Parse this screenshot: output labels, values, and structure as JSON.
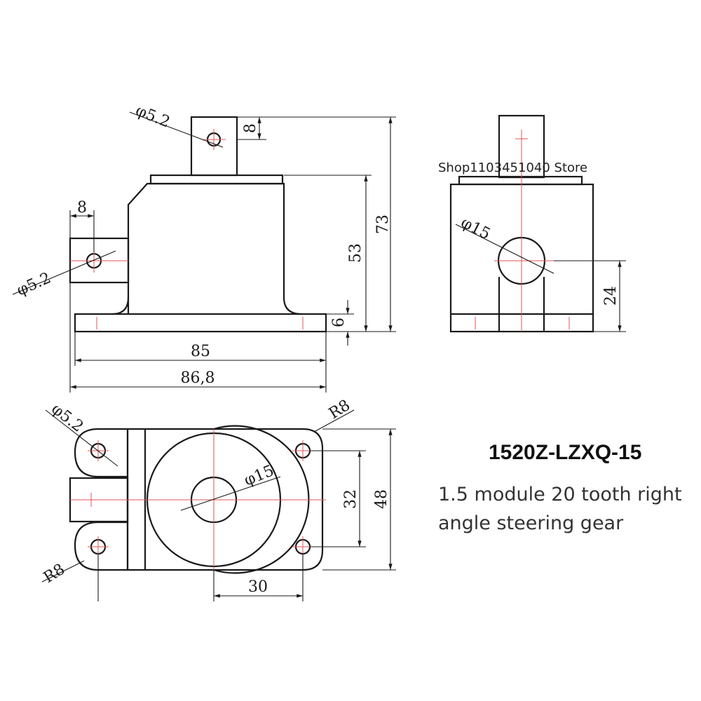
{
  "store_watermark": "Shop1103451040 Store",
  "product": {
    "model": "1520Z-LZXQ-15",
    "description_line1": "1.5 module 20 tooth right",
    "description_line2": "angle steering gear"
  },
  "front_view": {
    "top_hole_dia": "φ5.2",
    "top_boss_dim": "8",
    "side_boss_dim": "8",
    "side_hole_dia": "φ5.2",
    "height_body": "53",
    "height_total": "73",
    "base_thickness": "6",
    "width_base": "85",
    "width_total": "86,8"
  },
  "side_view": {
    "bore_dia": "φ15",
    "bore_height": "24"
  },
  "top_view": {
    "mount_hole_dia": "φ5.2",
    "corner_radius_top": "R8",
    "corner_radius_bottom": "R8",
    "center_bore_dia": "φ15",
    "hole_spacing_y": "32",
    "overall_depth": "48",
    "hole_spacing_x": "30"
  }
}
